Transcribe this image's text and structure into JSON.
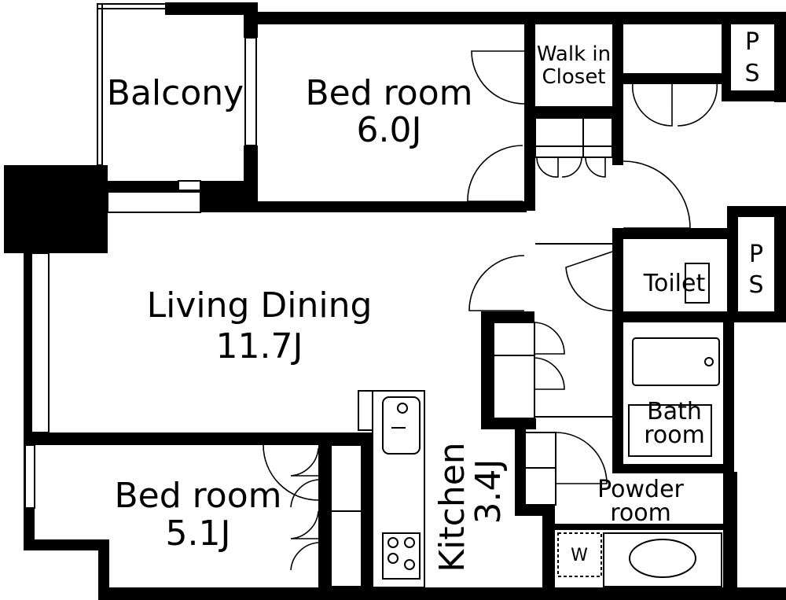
{
  "rooms": {
    "balcony": "Balcony",
    "bedroom1": {
      "name": "Bed room",
      "size": "6.0J"
    },
    "walkin": {
      "line1": "Walk in",
      "line2": "Closet"
    },
    "ps_top": {
      "line1": "P",
      "line2": "S"
    },
    "ps_mid": {
      "line1": "P",
      "line2": "S"
    },
    "toilet": "Toilet",
    "living": {
      "name": "Living Dining",
      "size": "11.7J"
    },
    "bath": {
      "line1": "Bath",
      "line2": "room"
    },
    "powder": {
      "line1": "Powder",
      "line2": "room"
    },
    "kitchen": {
      "name": "Kitchen",
      "size": "3.4J"
    },
    "bedroom2": {
      "name": "Bed room",
      "size": "5.1J"
    },
    "washer": "W"
  }
}
